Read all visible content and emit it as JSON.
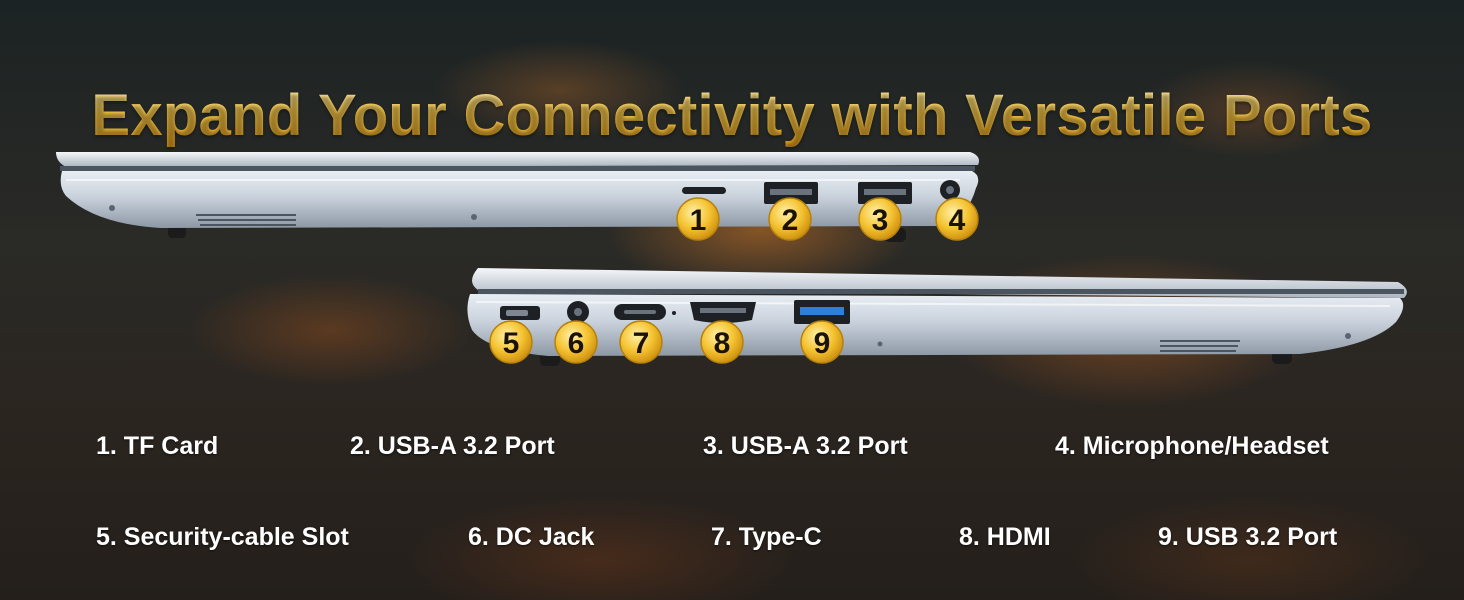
{
  "title": "Expand Your Connectivity with Versatile Ports",
  "badges": [
    "1",
    "2",
    "3",
    "4",
    "5",
    "6",
    "7",
    "8",
    "9"
  ],
  "ports": [
    "1. TF Card",
    "2. USB-A 3.2 Port",
    "3. USB-A 3.2 Port",
    "4. Microphone/Headset",
    "5. Security-cable Slot",
    "6. DC Jack",
    "7. Type-C",
    "8. HDMI",
    "9. USB 3.2 Port"
  ],
  "colors": {
    "title_gold": "#f2b52a",
    "badge_gold": "#f4c230",
    "usb3_blue": "#2f7fd8",
    "label_white": "#ffffff"
  }
}
